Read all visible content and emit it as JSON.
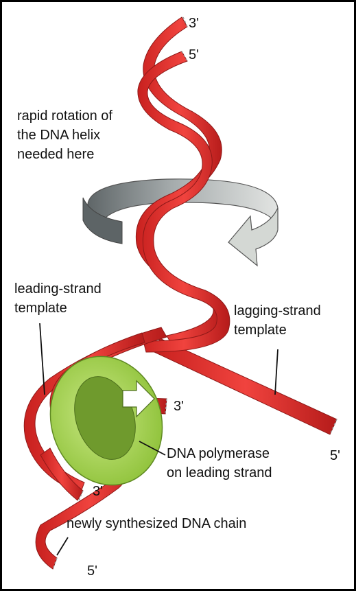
{
  "labels": {
    "rotation": "rapid rotation of\nthe DNA helix\nneeded here",
    "leading_template": "leading-strand\ntemplate",
    "lagging_template": "lagging-strand\ntemplate",
    "polymerase": "DNA polymerase\non leading strand",
    "new_chain": "newly synthesized DNA chain"
  },
  "ends": {
    "top_3": "3'",
    "top_5": "5'",
    "mid_3": "3'",
    "right_5": "5'",
    "low_3": "3'",
    "bottom_5": "5'"
  },
  "colors": {
    "strand": "#e5322f",
    "strand_dark": "#9e1d1c",
    "polymerase": "#9fd142",
    "rotation_arrow": "#8c9396"
  }
}
